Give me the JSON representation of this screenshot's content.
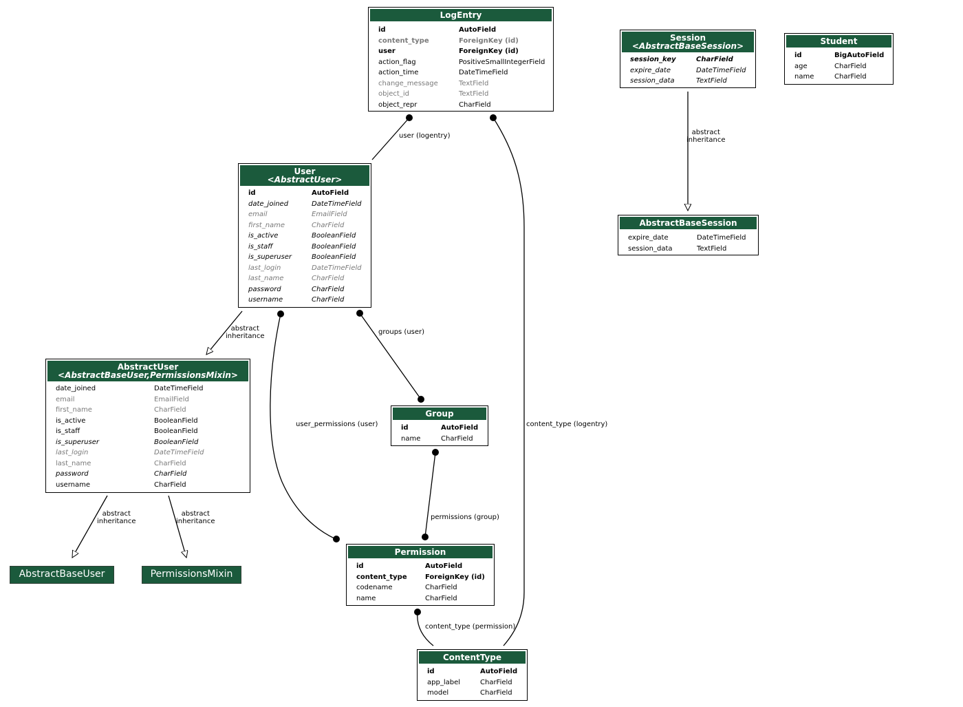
{
  "nodes": {
    "logentry": {
      "title": "LogEntry",
      "fields": [
        {
          "name": "id",
          "type": "AutoField",
          "style": "bold"
        },
        {
          "name": "content_type",
          "type": "ForeignKey (id)",
          "style": "boldgray"
        },
        {
          "name": "user",
          "type": "ForeignKey (id)",
          "style": "bold"
        },
        {
          "name": "action_flag",
          "type": "PositiveSmallIntegerField",
          "style": ""
        },
        {
          "name": "action_time",
          "type": "DateTimeField",
          "style": ""
        },
        {
          "name": "change_message",
          "type": "TextField",
          "style": "gray"
        },
        {
          "name": "object_id",
          "type": "TextField",
          "style": "gray"
        },
        {
          "name": "object_repr",
          "type": "CharField",
          "style": ""
        }
      ]
    },
    "session": {
      "title": "Session",
      "subtitle": "<AbstractBaseSession>",
      "fields": [
        {
          "name": "session_key",
          "type": "CharField",
          "style": "bolditalic"
        },
        {
          "name": "expire_date",
          "type": "DateTimeField",
          "style": "italic"
        },
        {
          "name": "session_data",
          "type": "TextField",
          "style": "italic"
        }
      ]
    },
    "student": {
      "title": "Student",
      "fields": [
        {
          "name": "id",
          "type": "BigAutoField",
          "style": "bold"
        },
        {
          "name": "age",
          "type": "CharField",
          "style": ""
        },
        {
          "name": "name",
          "type": "CharField",
          "style": ""
        }
      ]
    },
    "abstractbasesession": {
      "title": "AbstractBaseSession",
      "fields": [
        {
          "name": "expire_date",
          "type": "DateTimeField",
          "style": ""
        },
        {
          "name": "session_data",
          "type": "TextField",
          "style": ""
        }
      ]
    },
    "user": {
      "title": "User",
      "subtitle": "<AbstractUser>",
      "fields": [
        {
          "name": "id",
          "type": "AutoField",
          "style": "bold"
        },
        {
          "name": "date_joined",
          "type": "DateTimeField",
          "style": "italic"
        },
        {
          "name": "email",
          "type": "EmailField",
          "style": "grayitalic"
        },
        {
          "name": "first_name",
          "type": "CharField",
          "style": "grayitalic"
        },
        {
          "name": "is_active",
          "type": "BooleanField",
          "style": "italic"
        },
        {
          "name": "is_staff",
          "type": "BooleanField",
          "style": "italic"
        },
        {
          "name": "is_superuser",
          "type": "BooleanField",
          "style": "italic"
        },
        {
          "name": "last_login",
          "type": "DateTimeField",
          "style": "grayitalic"
        },
        {
          "name": "last_name",
          "type": "CharField",
          "style": "grayitalic"
        },
        {
          "name": "password",
          "type": "CharField",
          "style": "italic"
        },
        {
          "name": "username",
          "type": "CharField",
          "style": "italic"
        }
      ]
    },
    "abstractuser": {
      "title": "AbstractUser",
      "subtitle": "<AbstractBaseUser,PermissionsMixin>",
      "fields": [
        {
          "name": "date_joined",
          "type": "DateTimeField",
          "style": ""
        },
        {
          "name": "email",
          "type": "EmailField",
          "style": "gray"
        },
        {
          "name": "first_name",
          "type": "CharField",
          "style": "gray"
        },
        {
          "name": "is_active",
          "type": "BooleanField",
          "style": ""
        },
        {
          "name": "is_staff",
          "type": "BooleanField",
          "style": ""
        },
        {
          "name": "is_superuser",
          "type": "BooleanField",
          "style": "italic"
        },
        {
          "name": "last_login",
          "type": "DateTimeField",
          "style": "grayitalic"
        },
        {
          "name": "last_name",
          "type": "CharField",
          "style": "gray"
        },
        {
          "name": "password",
          "type": "CharField",
          "style": "italic"
        },
        {
          "name": "username",
          "type": "CharField",
          "style": ""
        }
      ]
    },
    "group": {
      "title": "Group",
      "fields": [
        {
          "name": "id",
          "type": "AutoField",
          "style": "bold"
        },
        {
          "name": "name",
          "type": "CharField",
          "style": ""
        }
      ]
    },
    "permission": {
      "title": "Permission",
      "fields": [
        {
          "name": "id",
          "type": "AutoField",
          "style": "bold"
        },
        {
          "name": "content_type",
          "type": "ForeignKey (id)",
          "style": "bold"
        },
        {
          "name": "codename",
          "type": "CharField",
          "style": ""
        },
        {
          "name": "name",
          "type": "CharField",
          "style": ""
        }
      ]
    },
    "contenttype": {
      "title": "ContentType",
      "fields": [
        {
          "name": "id",
          "type": "AutoField",
          "style": "bold"
        },
        {
          "name": "app_label",
          "type": "CharField",
          "style": ""
        },
        {
          "name": "model",
          "type": "CharField",
          "style": ""
        }
      ]
    },
    "abstractbaseuser": {
      "title": "AbstractBaseUser"
    },
    "permissionsmixin": {
      "title": "PermissionsMixin"
    }
  },
  "edges": {
    "user_logentry": "user (logentry)",
    "session_inherit": "abstract\ninheritance",
    "user_inherit": "abstract\ninheritance",
    "groups_user": "groups (user)",
    "user_permissions": "user_permissions (user)",
    "contenttype_logentry": "content_type (logentry)",
    "permissions_group": "permissions (group)",
    "abstractuser_inherit_1": "abstract\ninheritance",
    "abstractuser_inherit_2": "abstract\ninheritance",
    "contenttype_permission": "content_type (permission)"
  },
  "colors": {
    "header_bg": "#1b5a3c",
    "header_text": "#ffffff",
    "gray_text": "#7a7a7a"
  }
}
